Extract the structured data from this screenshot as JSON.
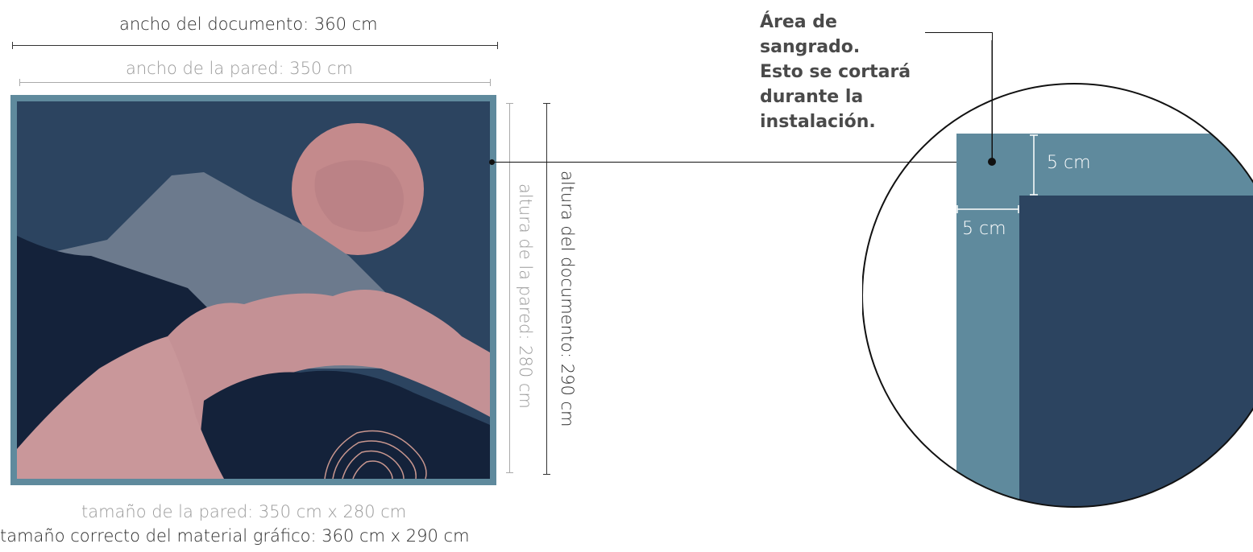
{
  "doc_width_label": "ancho del documento: 360 cm",
  "wall_width_label": "ancho de la pared: 350 cm",
  "doc_height_label": "altura del documento: 290 cm",
  "wall_height_label": "altura de la pared: 280 cm",
  "wall_size_label": "tamaño de la pared: 350 cm x 280 cm",
  "correct_size_label": "tamaño correcto del material gráfico: 360 cm x 290 cm",
  "bleed_note": [
    "Área de",
    "sangrado.",
    "Esto se cortará",
    "durante la",
    "instalación."
  ],
  "bleed_top_label": "5 cm",
  "bleed_left_label": "5 cm",
  "colors": {
    "bleed": "#5f8a9d",
    "artwork_bg": "#2c4460",
    "dark_mountain": "#14223a",
    "pink": "#c49195",
    "gray_mountain": "#6c7a8d",
    "moon": "#c48a8c"
  }
}
